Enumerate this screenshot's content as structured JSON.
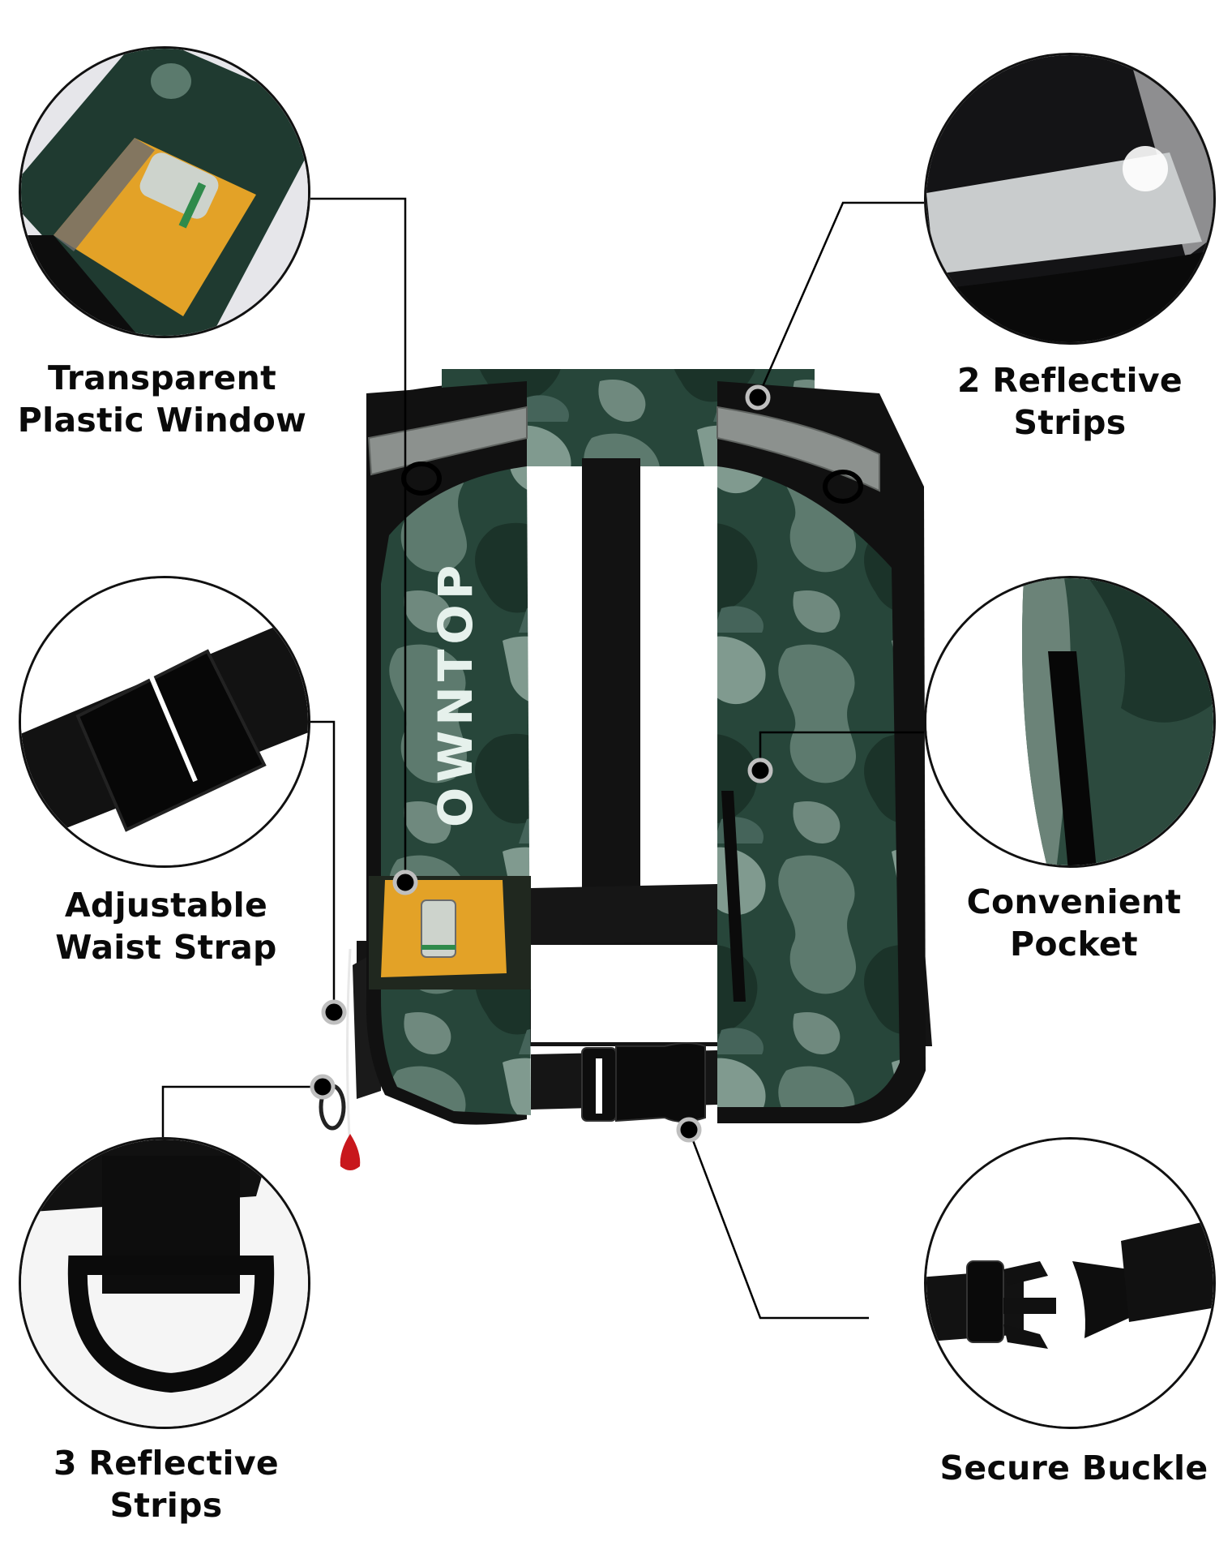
{
  "product": {
    "brand_logo": "OWNTOP",
    "colors": {
      "camo_dark": "#1f3a30",
      "camo_mid": "#3f5e52",
      "camo_light": "#7f978c",
      "vest_black": "#111111",
      "reflective": "#8c918e",
      "bladder_orange": "#e3a227",
      "pull_tab_red": "#c8171c"
    }
  },
  "features": [
    {
      "id": "transparent-window",
      "line1": "Transparent",
      "line2": "Plastic Window"
    },
    {
      "id": "reflective-2",
      "line1": "2 Reflective",
      "line2": "Strips"
    },
    {
      "id": "waist-strap",
      "line1": "Adjustable",
      "line2": "Waist Strap"
    },
    {
      "id": "pocket",
      "line1": "Convenient",
      "line2": "Pocket"
    },
    {
      "id": "reflective-3",
      "line1": "3 Reflective",
      "line2": "Strips"
    },
    {
      "id": "buckle",
      "line1": "Secure Buckle",
      "line2": ""
    }
  ]
}
